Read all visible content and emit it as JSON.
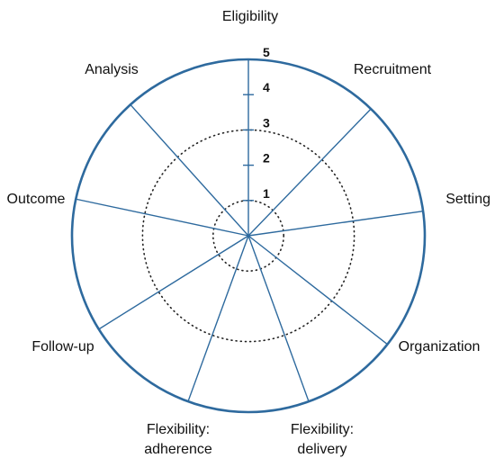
{
  "colors": {
    "outline": "#2E6A9E",
    "spoke": "#2E6A9E",
    "dotted_ring": "#222222",
    "text": "#111111"
  },
  "scale": {
    "min": 0,
    "max": 5,
    "tick_labels": [
      "1",
      "2",
      "3",
      "4",
      "5"
    ],
    "dotted_rings_at": [
      1,
      3
    ]
  },
  "domains": [
    {
      "name": "Eligibility",
      "lines": [
        "Eligibility"
      ]
    },
    {
      "name": "Recruitment",
      "lines": [
        "Recruitment"
      ]
    },
    {
      "name": "Setting",
      "lines": [
        "Setting"
      ]
    },
    {
      "name": "Organization",
      "lines": [
        "Organization"
      ]
    },
    {
      "name": "Flexibility: delivery",
      "lines": [
        "Flexibility:",
        "delivery"
      ]
    },
    {
      "name": "Flexibility: adherence",
      "lines": [
        "Flexibility:",
        "adherence"
      ]
    },
    {
      "name": "Follow-up",
      "lines": [
        "Follow-up"
      ]
    },
    {
      "name": "Outcome",
      "lines": [
        "Outcome"
      ]
    },
    {
      "name": "Analysis",
      "lines": [
        "Analysis"
      ]
    }
  ]
}
